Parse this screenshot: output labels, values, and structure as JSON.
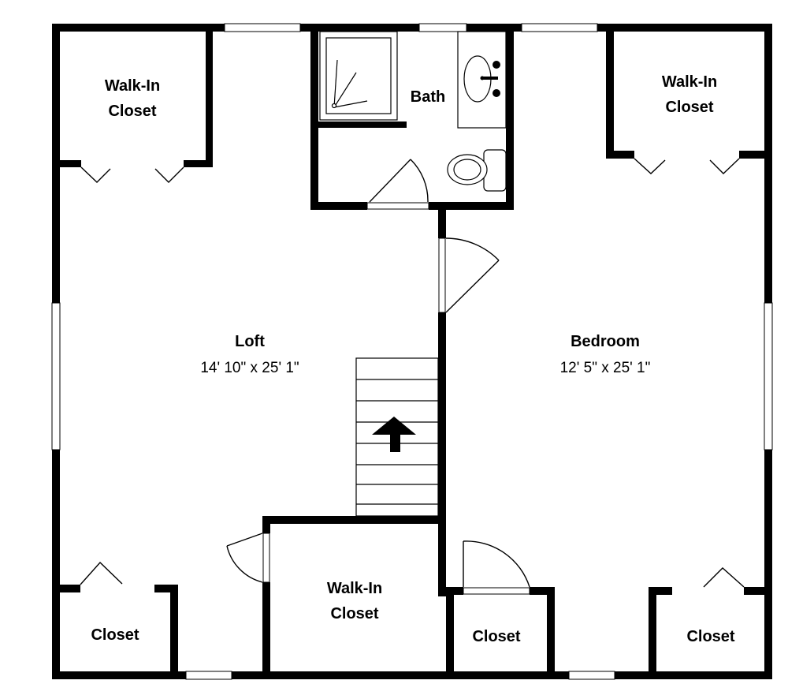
{
  "rooms": {
    "loft": {
      "name": "Loft",
      "dims": "14' 10\" x 25' 1\""
    },
    "bedroom": {
      "name": "Bedroom",
      "dims": "12' 5\" x 25' 1\""
    },
    "bath": {
      "name": "Bath"
    },
    "walkin_closet_top_left": {
      "line1": "Walk-In",
      "line2": "Closet"
    },
    "walkin_closet_top_right": {
      "line1": "Walk-In",
      "line2": "Closet"
    },
    "walkin_closet_bottom_center": {
      "line1": "Walk-In",
      "line2": "Closet"
    },
    "closet_bottom_left": {
      "name": "Closet"
    },
    "closet_bottom_middle": {
      "name": "Closet"
    },
    "closet_bottom_right": {
      "name": "Closet"
    }
  },
  "stairs": {
    "direction": "up",
    "icon": "up-arrow-icon"
  },
  "colors": {
    "walls": "#000000",
    "background": "#ffffff"
  }
}
